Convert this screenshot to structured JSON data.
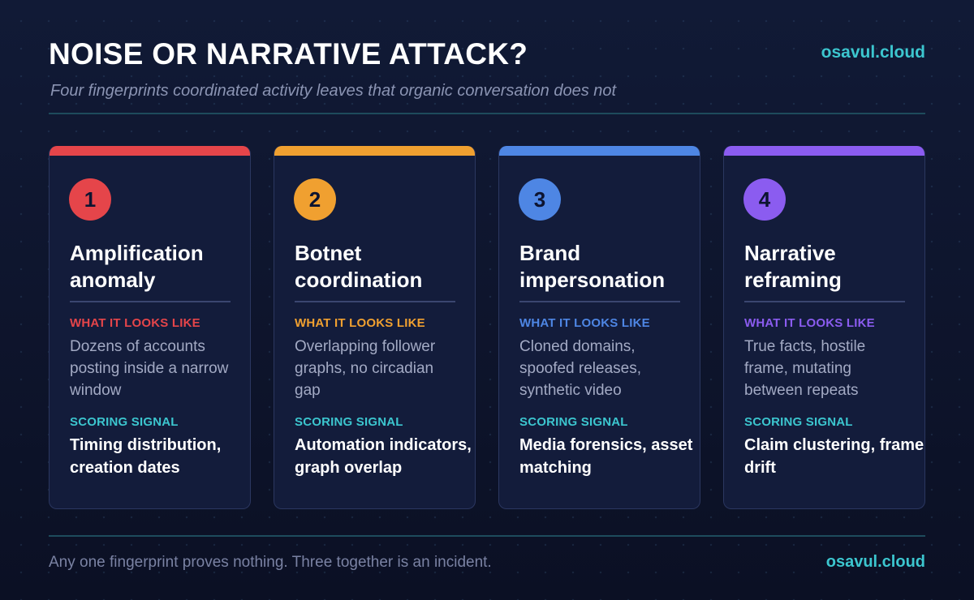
{
  "header": {
    "title": "NOISE OR NARRATIVE ATTACK?",
    "brand": "osavul.cloud",
    "subtitle": "Four fingerprints coordinated activity leaves that organic conversation does not"
  },
  "cards": [
    {
      "number": "1",
      "title": "Amplification anomaly",
      "looks_label": "WHAT IT LOOKS LIKE",
      "looks_text": "Dozens of accounts posting inside a narrow window",
      "scoring_label": "SCORING SIGNAL",
      "scoring_text": "Timing distribution, creation dates",
      "accent": "#e5454a"
    },
    {
      "number": "2",
      "title": "Botnet coordination",
      "looks_label": "WHAT IT LOOKS LIKE",
      "looks_text": "Overlapping follower graphs, no circadian gap",
      "scoring_label": "SCORING SIGNAL",
      "scoring_text": "Automation indicators, graph overlap",
      "accent": "#f0a030"
    },
    {
      "number": "3",
      "title": "Brand impersonation",
      "looks_label": "WHAT IT LOOKS LIKE",
      "looks_text": "Cloned domains, spoofed releases, synthetic video",
      "scoring_label": "SCORING SIGNAL",
      "scoring_text": "Media forensics, asset matching",
      "accent": "#4e86e4"
    },
    {
      "number": "4",
      "title": "Narrative reframing",
      "looks_label": "WHAT IT LOOKS LIKE",
      "looks_text": "True facts, hostile frame, mutating between repeats",
      "scoring_label": "SCORING SIGNAL",
      "scoring_text": "Claim clustering, frame drift",
      "accent": "#8b5cf0"
    }
  ],
  "footer": {
    "text": "Any one fingerprint proves nothing. Three together is an incident.",
    "brand": "osavul.cloud"
  },
  "colors": {
    "teal": "#3cc6cf",
    "background": "#0c1226",
    "card": "#131c3b"
  }
}
